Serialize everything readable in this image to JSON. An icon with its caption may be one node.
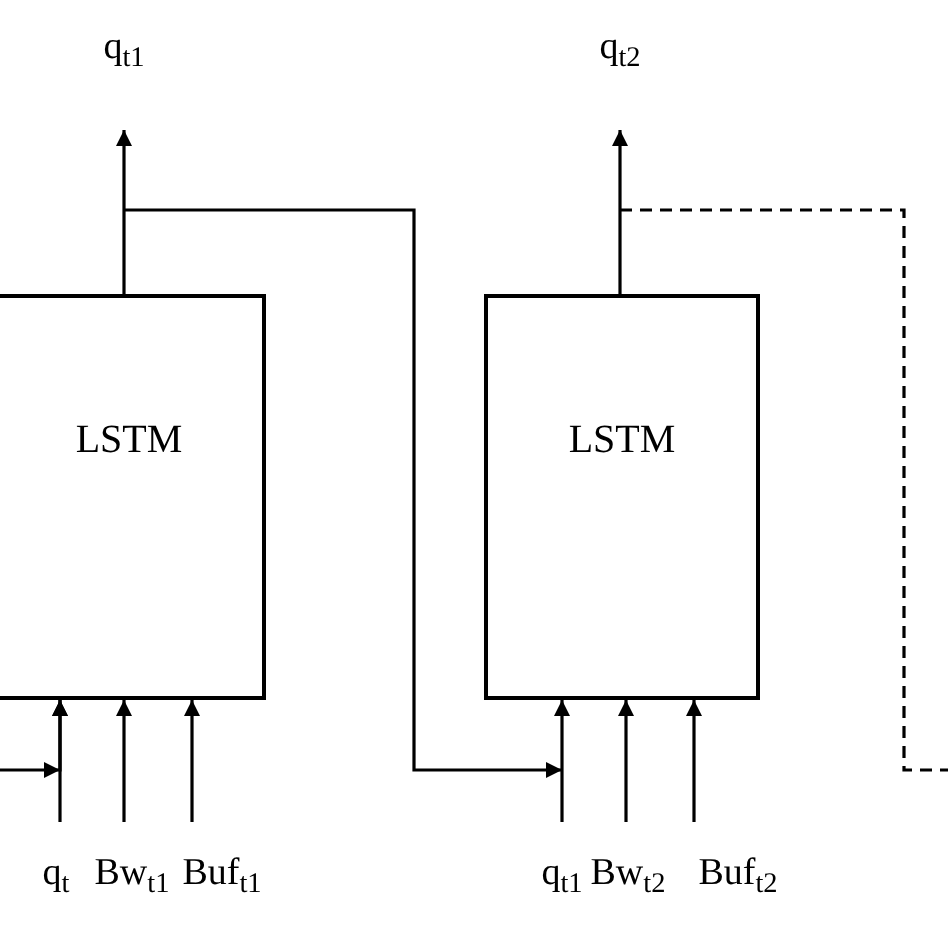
{
  "diagram": {
    "nodes": [
      {
        "text": [
          "LSTM"
        ]
      },
      {
        "text": [
          "LSTM"
        ]
      },
      {
        "text": [
          "q$_{t1}$"
        ]
      },
      {
        "text": [
          "q$_{t2}$"
        ]
      },
      {
        "text": [
          "q$_{t}$"
        ]
      },
      {
        "text": [
          "Bw$_{t1}$"
        ]
      },
      {
        "text": [
          "Buf$_{t1}$"
        ]
      },
      {
        "text": [
          "q$_{t1}$"
        ]
      },
      {
        "text": [
          "Bw$_{t2}$"
        ]
      },
      {
        "text": [
          "Buf$_{t2}$"
        ]
      }
    ],
    "edges": [
      {
        "from": 0,
        "to": 2,
        "arrow": "to"
      },
      {
        "from": 1,
        "to": 3,
        "arrow": "to"
      },
      {
        "from": 4,
        "to": 0,
        "arrow": "to"
      },
      {
        "from": 5,
        "to": 0,
        "arrow": "to"
      },
      {
        "from": 6,
        "to": 0,
        "arrow": "to"
      },
      {
        "from": 7,
        "to": 1,
        "arrow": "to"
      },
      {
        "from": 8,
        "to": 1,
        "arrow": "to"
      },
      {
        "from": 9,
        "to": 1,
        "arrow": "to"
      },
      {
        "from": null,
        "to": 0,
        "arrow": "to"
      },
      {
        "from": 0,
        "to": 1,
        "arrow": "to"
      },
      {
        "from": 1,
        "to": null,
        "arrow": "none",
        "style": "dashed"
      }
    ]
  }
}
